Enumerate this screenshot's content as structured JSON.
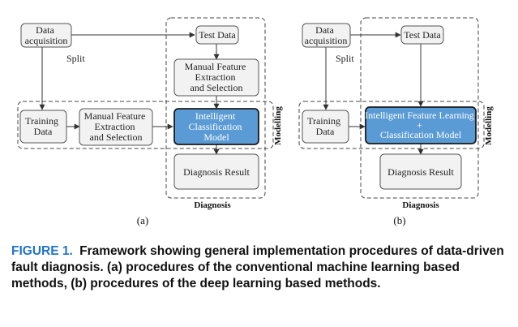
{
  "diagram_a": {
    "data_acquisition": [
      "Data",
      "acquisition"
    ],
    "split": "Split",
    "test_data": "Test Data",
    "manual_top": [
      "Manual Feature",
      "Extraction",
      "and Selection"
    ],
    "training_data": [
      "Training",
      "Data"
    ],
    "manual_mid": [
      "Manual Feature",
      "Extraction",
      "and Selection"
    ],
    "classification": [
      "Intelligent",
      "Classification",
      "Model"
    ],
    "diagnosis_result": "Diagnosis Result",
    "modelling": "Modelling",
    "diagnosis": "Diagnosis",
    "sublabel": "(a)"
  },
  "diagram_b": {
    "data_acquisition": [
      "Data",
      "acquisition"
    ],
    "split": "Split",
    "test_data": "Test Data",
    "training_data": [
      "Training",
      "Data"
    ],
    "learning_model": [
      "Intelligent Feature Learning",
      "+",
      "Classification Model"
    ],
    "diagnosis_result": "Diagnosis Result",
    "modelling": "Modelling",
    "diagnosis": "Diagnosis",
    "sublabel": "(b)"
  },
  "colors": {
    "box_fill": "#f2f2f2",
    "model_fill": "#5b9bd5",
    "line": "#333333",
    "caption_label": "#1f73c9"
  },
  "caption": {
    "label": "FIGURE 1.",
    "text": "Framework showing general implementation procedures of data-driven fault diagnosis. (a) procedures of the conventional machine learning based methods, (b) procedures of the deep learning based methods."
  }
}
